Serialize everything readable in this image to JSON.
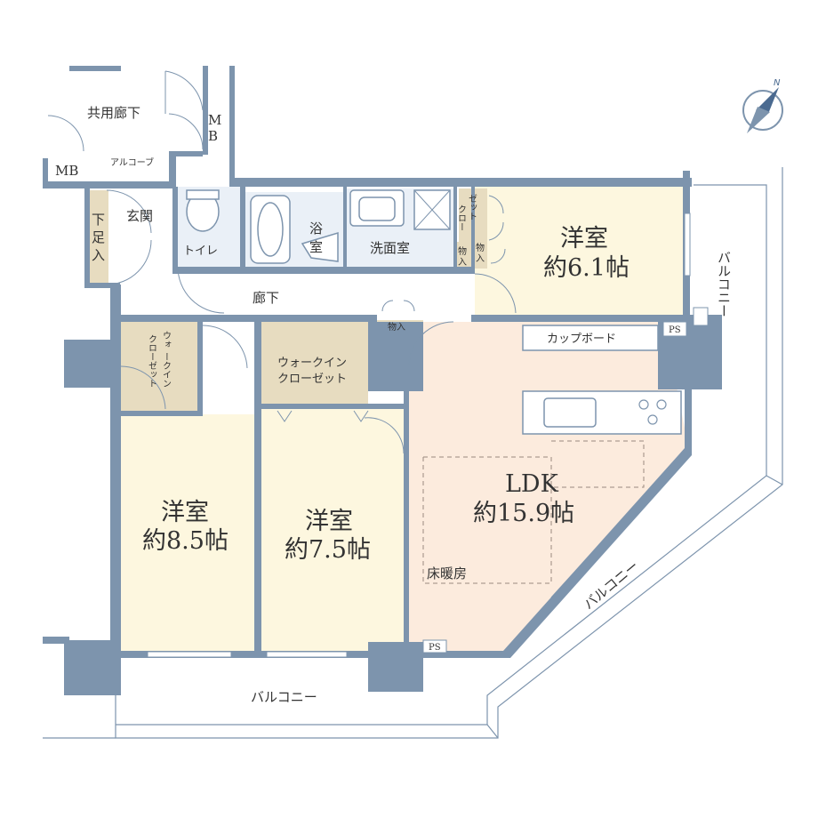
{
  "colors": {
    "wall": "#7d94ad",
    "bedroom": "#fdf7df",
    "ldk": "#fcebdd",
    "closet": "#e7dcc0",
    "wet_area": "#eaf0f7",
    "text": "#333333"
  },
  "labels": {
    "common_corridor": "共用廊下",
    "mb": "MB",
    "mb_vertical_m": "M",
    "mb_vertical_b": "B",
    "alcove": "アルコーブ",
    "entrance": "玄関",
    "shoe_box_1": "下",
    "shoe_box_2": "足",
    "shoe_box_3": "入",
    "toilet": "トイレ",
    "bath_1": "浴",
    "bath_2": "室",
    "washroom": "洗面室",
    "storage": "物入",
    "storage_v1": "物",
    "storage_v2": "入",
    "closet_v1": "クロー",
    "closet_v2": "ゼット",
    "hallway": "廊下",
    "bedroom_ne_name": "洋室",
    "bedroom_ne_size": "約6.1帖",
    "cupboard": "カップボード",
    "ps": "PS",
    "walkin_v": [
      "ウォ",
      "ークイン",
      "クローゼット"
    ],
    "walkin_h1": "ウォークイン",
    "walkin_h2": "クローゼット",
    "bedroom_w_name": "洋室",
    "bedroom_w_size": "約8.5帖",
    "bedroom_c_name": "洋室",
    "bedroom_c_size": "約7.5帖",
    "ldk_name": "LDK",
    "ldk_size": "約15.9帖",
    "floor_heating": "床暖房",
    "balcony_bottom": "バルコニー",
    "balcony_right": "バルコニー",
    "balcony_diag": "バルコニー"
  }
}
